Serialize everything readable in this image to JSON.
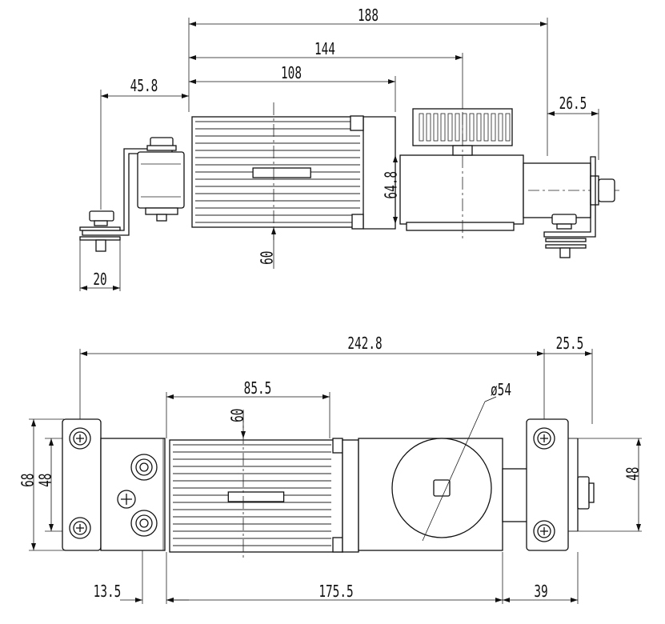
{
  "dimensions": {
    "top_view": {
      "overall_length": "188",
      "to_pulley": "144",
      "body_length": "108",
      "bracket_offset": "45.8",
      "end_bracket": "26.5",
      "gearbox_height": "64.8",
      "motor_height": "60",
      "foot_width": "20"
    },
    "plan_view": {
      "overall_length": "242.8",
      "end_offset": "25.5",
      "motor_length": "85.5",
      "motor_height": "60",
      "pulley_diameter": "ø54",
      "bracket_height_outer": "68",
      "bracket_height_inner": "48",
      "end_bracket_height": "48",
      "bracket_length": "13.5",
      "body_length": "175.5",
      "end_length": "39"
    }
  }
}
